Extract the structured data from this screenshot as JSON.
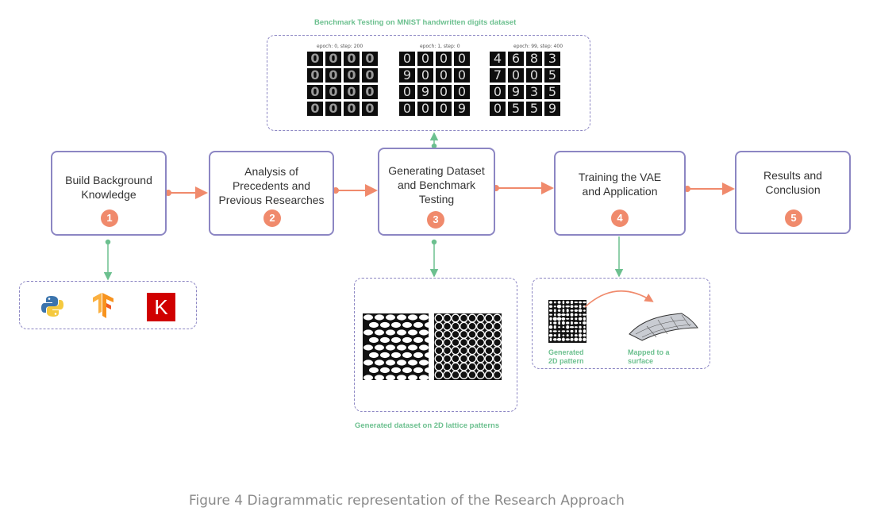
{
  "steps": [
    {
      "label": "Build Background\nKnowledge",
      "num": "1"
    },
    {
      "label": "Analysis of\nPrecedents and\nPrevious Researches",
      "num": "2"
    },
    {
      "label": "Generating Dataset\nand Benchmark\nTesting",
      "num": "3"
    },
    {
      "label": "Training the VAE\nand Application",
      "num": "4"
    },
    {
      "label": "Results and\nConclusion",
      "num": "5"
    }
  ],
  "mnist": {
    "title": "Benchmark Testing on MNIST handwritten digits dataset",
    "panels": [
      {
        "head": "epoch: 0, step: 200",
        "digits": [
          "0",
          "0",
          "0",
          "0",
          "0",
          "0",
          "0",
          "0",
          "0",
          "0",
          "0",
          "0",
          "0",
          "0",
          "0",
          "0"
        ]
      },
      {
        "head": "epoch: 1, step: 0",
        "digits": [
          "0",
          "0",
          "0",
          "0",
          "9",
          "0",
          "0",
          "0",
          "0",
          "9",
          "0",
          "0",
          "0",
          "0",
          "0",
          "9"
        ]
      },
      {
        "head": "epoch: 99, step: 400",
        "digits": [
          "4",
          "6",
          "8",
          "3",
          "7",
          "0",
          "0",
          "5",
          "0",
          "9",
          "3",
          "5",
          "0",
          "5",
          "5",
          "9"
        ]
      }
    ]
  },
  "tools": [
    "python-logo",
    "tensorflow-logo",
    "keras-logo"
  ],
  "tools_keras_letter": "K",
  "lattice": {
    "label": "Generated dataset on 2D lattice patterns"
  },
  "application": {
    "left_label": "Generated\n2D pattern",
    "right_label": "Mapped to a\nsurface"
  },
  "caption": "Figure 4 Diagrammatic representation of the Research Approach",
  "colors": {
    "box_border": "#8c86c3",
    "badge": "#f08a6c",
    "arrow": "#f08a6c",
    "green": "#6cc08f"
  }
}
